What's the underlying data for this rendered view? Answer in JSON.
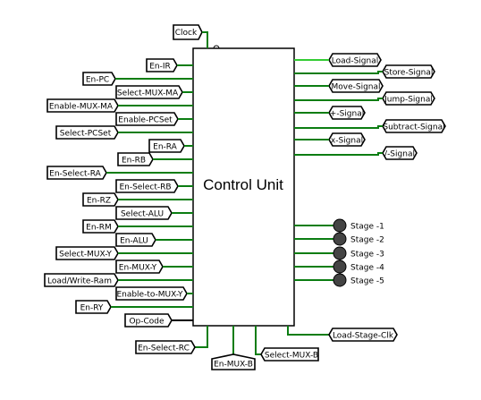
{
  "title": "Control Unit",
  "clock": "Clock",
  "left_inputs": [
    "En-IR",
    "En-PC",
    "Select-MUX-MA",
    "Enable-MUX-MA",
    "Enable-PCSet",
    "Select-PCSet",
    "En-RA",
    "En-RB",
    "En-Select-RA",
    "En-Select-RB",
    "En-RZ",
    "Select-ALU",
    "En-RM",
    "En-ALU",
    "Select-MUX-Y",
    "En-MUX-Y",
    "Load/Write-Ram",
    "Enable-to-MUX-Y",
    "En-RY",
    "Op-Code"
  ],
  "right_outputs": [
    "Load-Signal",
    "Store-Signal",
    "Move-Signal",
    "Jump-Signal",
    "+-Signal",
    "Subtract-Signal",
    "x-Signal",
    "/-Signal"
  ],
  "stages": [
    "Stage -1",
    "Stage -2",
    "Stage -3",
    "Stage -4",
    "Stage -5"
  ],
  "load_stage_clk": "Load-Stage-Clk",
  "bottom_inputs": [
    "En-Select-RC",
    "En-MUX-B",
    "Select-MUX-B"
  ]
}
